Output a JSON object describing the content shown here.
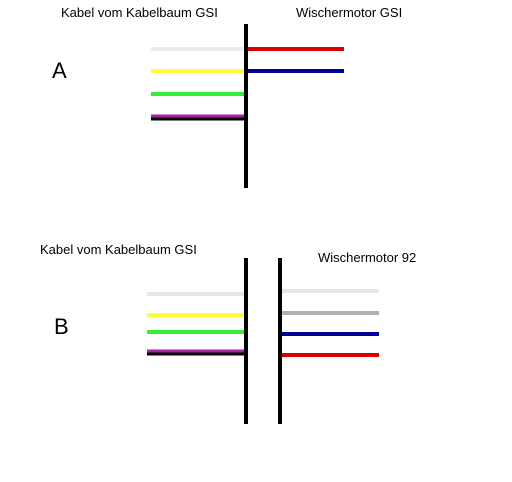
{
  "section_a": {
    "letter": "A",
    "left_label": "Kabel vom Kabelbaum GSI",
    "right_label": "Wischermotor GSI",
    "left_wires": [
      {
        "color": "#ececec"
      },
      {
        "color": "#ffff33"
      },
      {
        "color": "#33ee33"
      },
      {
        "color": "#aa22aa",
        "stripe": "#000000"
      }
    ],
    "right_wires": [
      {
        "color": "#dd0000"
      },
      {
        "color": "#000099"
      }
    ]
  },
  "section_b": {
    "letter": "B",
    "left_label": "Kabel vom Kabelbaum GSI",
    "right_label": "Wischermotor 92",
    "left_wires": [
      {
        "color": "#e6e6e6"
      },
      {
        "color": "#ffff33"
      },
      {
        "color": "#33ee33"
      },
      {
        "color": "#aa22aa",
        "stripe": "#000000"
      }
    ],
    "right_wires": [
      {
        "color": "#e6e6e6"
      },
      {
        "color": "#b0b0b0"
      },
      {
        "color": "#000099"
      },
      {
        "color": "#dd0000"
      }
    ]
  },
  "colors": {
    "connector": "#000000",
    "background": "#ffffff"
  }
}
